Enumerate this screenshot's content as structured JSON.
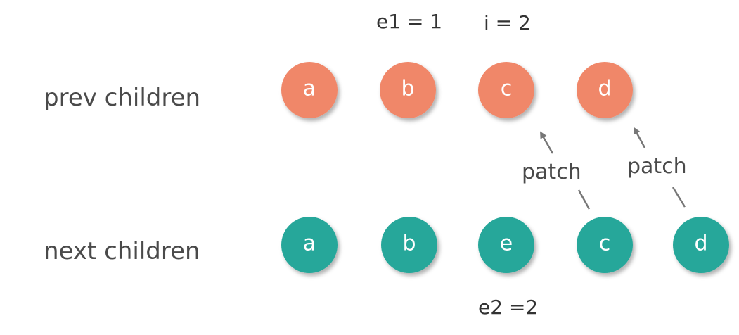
{
  "labels": {
    "prev_row": "prev children",
    "next_row": "next children"
  },
  "annotations": {
    "e1": "e1 = 1",
    "i": "i = 2",
    "e2": "e2 =2"
  },
  "patch_label": "patch",
  "colors": {
    "prev_node": "#f08769",
    "next_node": "#27a79a",
    "text": "#4a4a4a",
    "arrow": "#777777"
  },
  "prev_children": [
    "a",
    "b",
    "c",
    "d"
  ],
  "next_children": [
    "a",
    "b",
    "e",
    "c",
    "d"
  ],
  "patches": [
    {
      "from_next": 3,
      "to_prev": 2
    },
    {
      "from_next": 4,
      "to_prev": 3
    }
  ]
}
